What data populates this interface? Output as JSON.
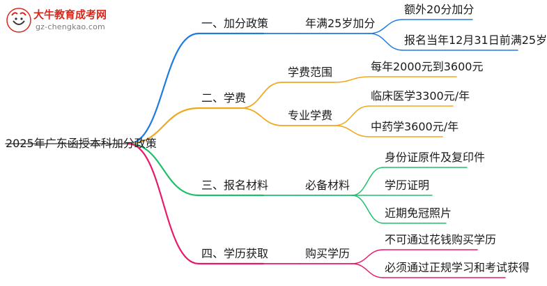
{
  "logo": {
    "brand": "大牛教育成考网",
    "site": "gz-chengkao.com",
    "mark_text": "大牛",
    "brand_color": "#d42a1e"
  },
  "root": {
    "label": "2025年广东函授本科加分政策"
  },
  "colors": {
    "blue": "#1e7be0",
    "orange": "#f0a81c",
    "green": "#1fbf6a",
    "pink": "#e8186a"
  },
  "branches": [
    {
      "label": "一、加分政策",
      "color": "blue",
      "children": [
        {
          "label": "年满25岁加分",
          "leaves": [
            "额外20分加分",
            "报名当年12月31日前满25岁"
          ]
        }
      ]
    },
    {
      "label": "二、学费",
      "color": "orange",
      "children": [
        {
          "label": "学费范围",
          "leaves": [
            "每年2000元到3600元"
          ]
        },
        {
          "label": "专业学费",
          "leaves": [
            "临床医学3300元/年",
            "中药学3600元/年"
          ]
        }
      ]
    },
    {
      "label": "三、报名材料",
      "color": "green",
      "children": [
        {
          "label": "必备材料",
          "leaves": [
            "身份证原件及复印件",
            "学历证明",
            "近期免冠照片"
          ]
        }
      ]
    },
    {
      "label": "四、学历获取",
      "color": "pink",
      "children": [
        {
          "label": "购买学历",
          "leaves": [
            "不可通过花钱购买学历",
            "必须通过正规学习和考试获得"
          ]
        }
      ]
    }
  ]
}
